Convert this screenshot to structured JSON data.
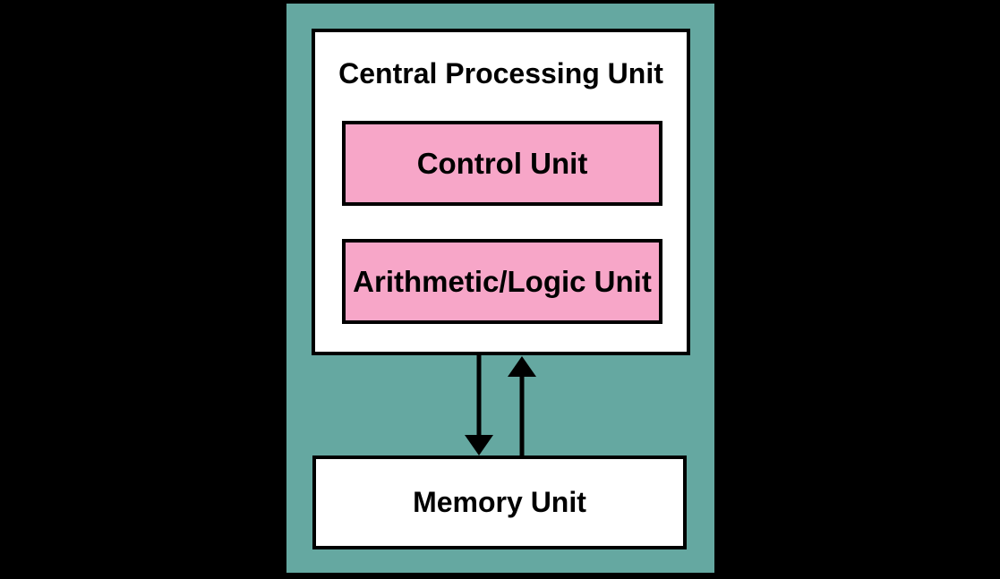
{
  "diagram": {
    "type": "block-diagram",
    "colors": {
      "background": "#000000",
      "panel": "#65A8A1",
      "box_fill": "#FFFFFF",
      "highlight_fill": "#F7A6C8",
      "line": "#000000",
      "text": "#000000"
    },
    "cpu": {
      "title": "Central Processing Unit",
      "components": [
        {
          "label": "Control Unit"
        },
        {
          "label": "Arithmetic/Logic Unit"
        }
      ]
    },
    "memory": {
      "label": "Memory Unit"
    },
    "arrows": [
      {
        "name": "cpu-to-memory",
        "direction": "down"
      },
      {
        "name": "memory-to-cpu",
        "direction": "up"
      }
    ]
  }
}
